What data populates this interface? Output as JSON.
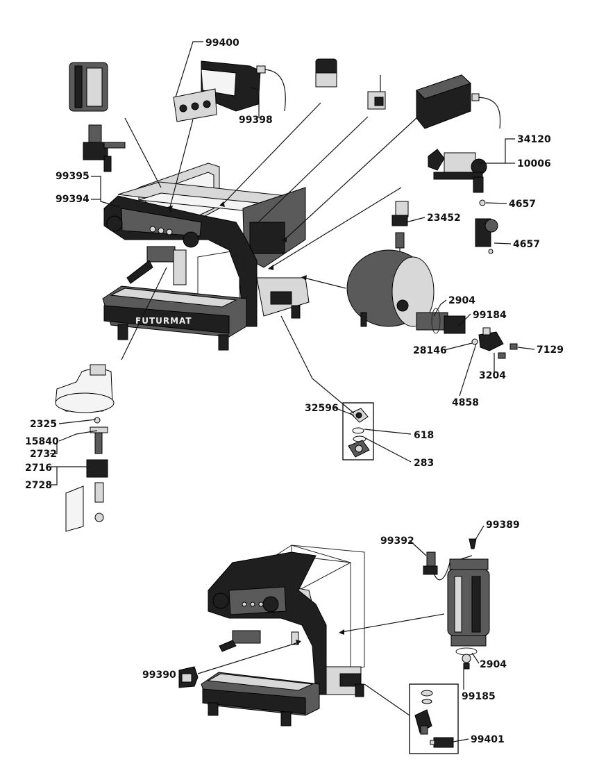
{
  "brand": "FUTURMAT",
  "labels": {
    "l99400": "99400",
    "l99398": "99398",
    "l99395": "99395",
    "l99394": "99394",
    "l34120": "34120",
    "l10006": "10006",
    "l4657a": "4657",
    "l4657b": "4657",
    "l23452": "23452",
    "l2904a": "2904",
    "l99184": "99184",
    "l28146": "28146",
    "l7129": "7129",
    "l3204": "3204",
    "l4858": "4858",
    "l32596": "32596",
    "l618": "618",
    "l283": "283",
    "l2325": "2325",
    "l15840": "15840",
    "l2732": "2732",
    "l2716": "2716",
    "l2728": "2728",
    "l99389": "99389",
    "l99392": "99392",
    "l2904b": "2904",
    "l99390": "99390",
    "l99185": "99185",
    "l99401": "99401"
  }
}
